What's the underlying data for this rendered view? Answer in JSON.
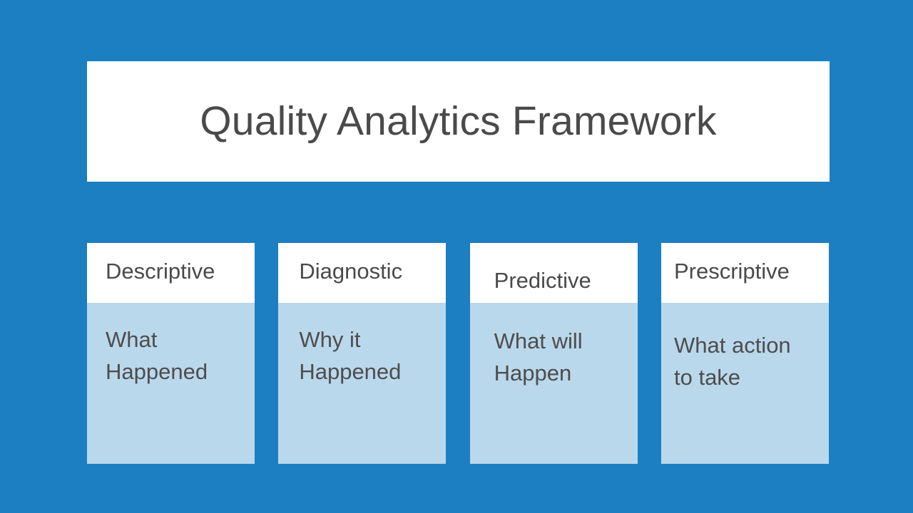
{
  "slide": {
    "title": "Quality Analytics Framework",
    "background_color": "#1c7fc2",
    "panel_color": "#ffffff",
    "card_body_color": "#bad8ec",
    "text_color": "#4a4a4a"
  },
  "cards": [
    {
      "title": "Descriptive",
      "description": "What\nHappened"
    },
    {
      "title": "Diagnostic",
      "description": "Why it\nHappened"
    },
    {
      "title": "Predictive",
      "description": "What will\nHappen"
    },
    {
      "title": "Prescriptive",
      "description": "What action\nto take"
    }
  ]
}
